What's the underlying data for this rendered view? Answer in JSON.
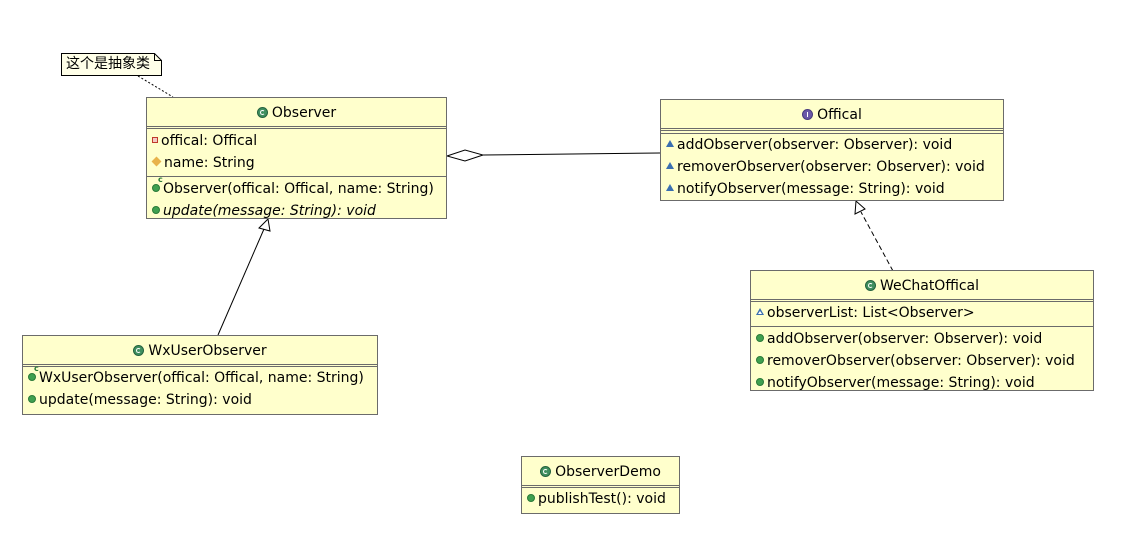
{
  "note": {
    "text": "这个是抽象类"
  },
  "classes": {
    "observer": {
      "name": "Observer",
      "attributes": [
        {
          "visibility": "private",
          "text": "offical: Offical"
        },
        {
          "visibility": "protected",
          "text": "name: String"
        }
      ],
      "operations": [
        {
          "kind": "constructor",
          "text": "Observer(offical: Offical, name: String)"
        },
        {
          "kind": "public-abstract",
          "text": "update(message: String): void"
        }
      ]
    },
    "offical": {
      "name": "Offical",
      "stereotype_icon": "interface-icon",
      "operations": [
        {
          "kind": "package-abstract",
          "text": "addObserver(observer: Observer): void"
        },
        {
          "kind": "package-abstract",
          "text": "removerObserver(observer: Observer): void"
        },
        {
          "kind": "package-abstract",
          "text": "notifyObserver(message: String): void"
        }
      ]
    },
    "wx_user_observer": {
      "name": "WxUserObserver",
      "operations": [
        {
          "kind": "constructor",
          "text": "WxUserObserver(offical: Offical, name: String)"
        },
        {
          "kind": "public",
          "text": "update(message: String): void"
        }
      ]
    },
    "wechat_offical": {
      "name": "WeChatOffical",
      "attributes": [
        {
          "visibility": "package",
          "text": "observerList: List<Observer>"
        }
      ],
      "operations": [
        {
          "kind": "public",
          "text": "addObserver(observer: Observer): void"
        },
        {
          "kind": "public",
          "text": "removerObserver(observer: Observer): void"
        },
        {
          "kind": "public",
          "text": "notifyObserver(message: String): void"
        }
      ]
    },
    "observer_demo": {
      "name": "ObserverDemo",
      "operations": [
        {
          "kind": "public",
          "text": "publishTest(): void"
        }
      ]
    }
  },
  "relations": [
    {
      "type": "aggregation",
      "whole": "Observer",
      "part": "Offical"
    },
    {
      "type": "generalization",
      "from": "WxUserObserver",
      "to": "Observer"
    },
    {
      "type": "realization",
      "from": "WeChatOffical",
      "to": "Offical"
    },
    {
      "type": "note-anchor",
      "from": "note",
      "to": "Observer"
    }
  ],
  "colors": {
    "class_fill": "#ffffcc",
    "class_border": "#6b6b6b",
    "class_icon": "#3f8f5f",
    "interface_icon": "#6a57a8"
  }
}
